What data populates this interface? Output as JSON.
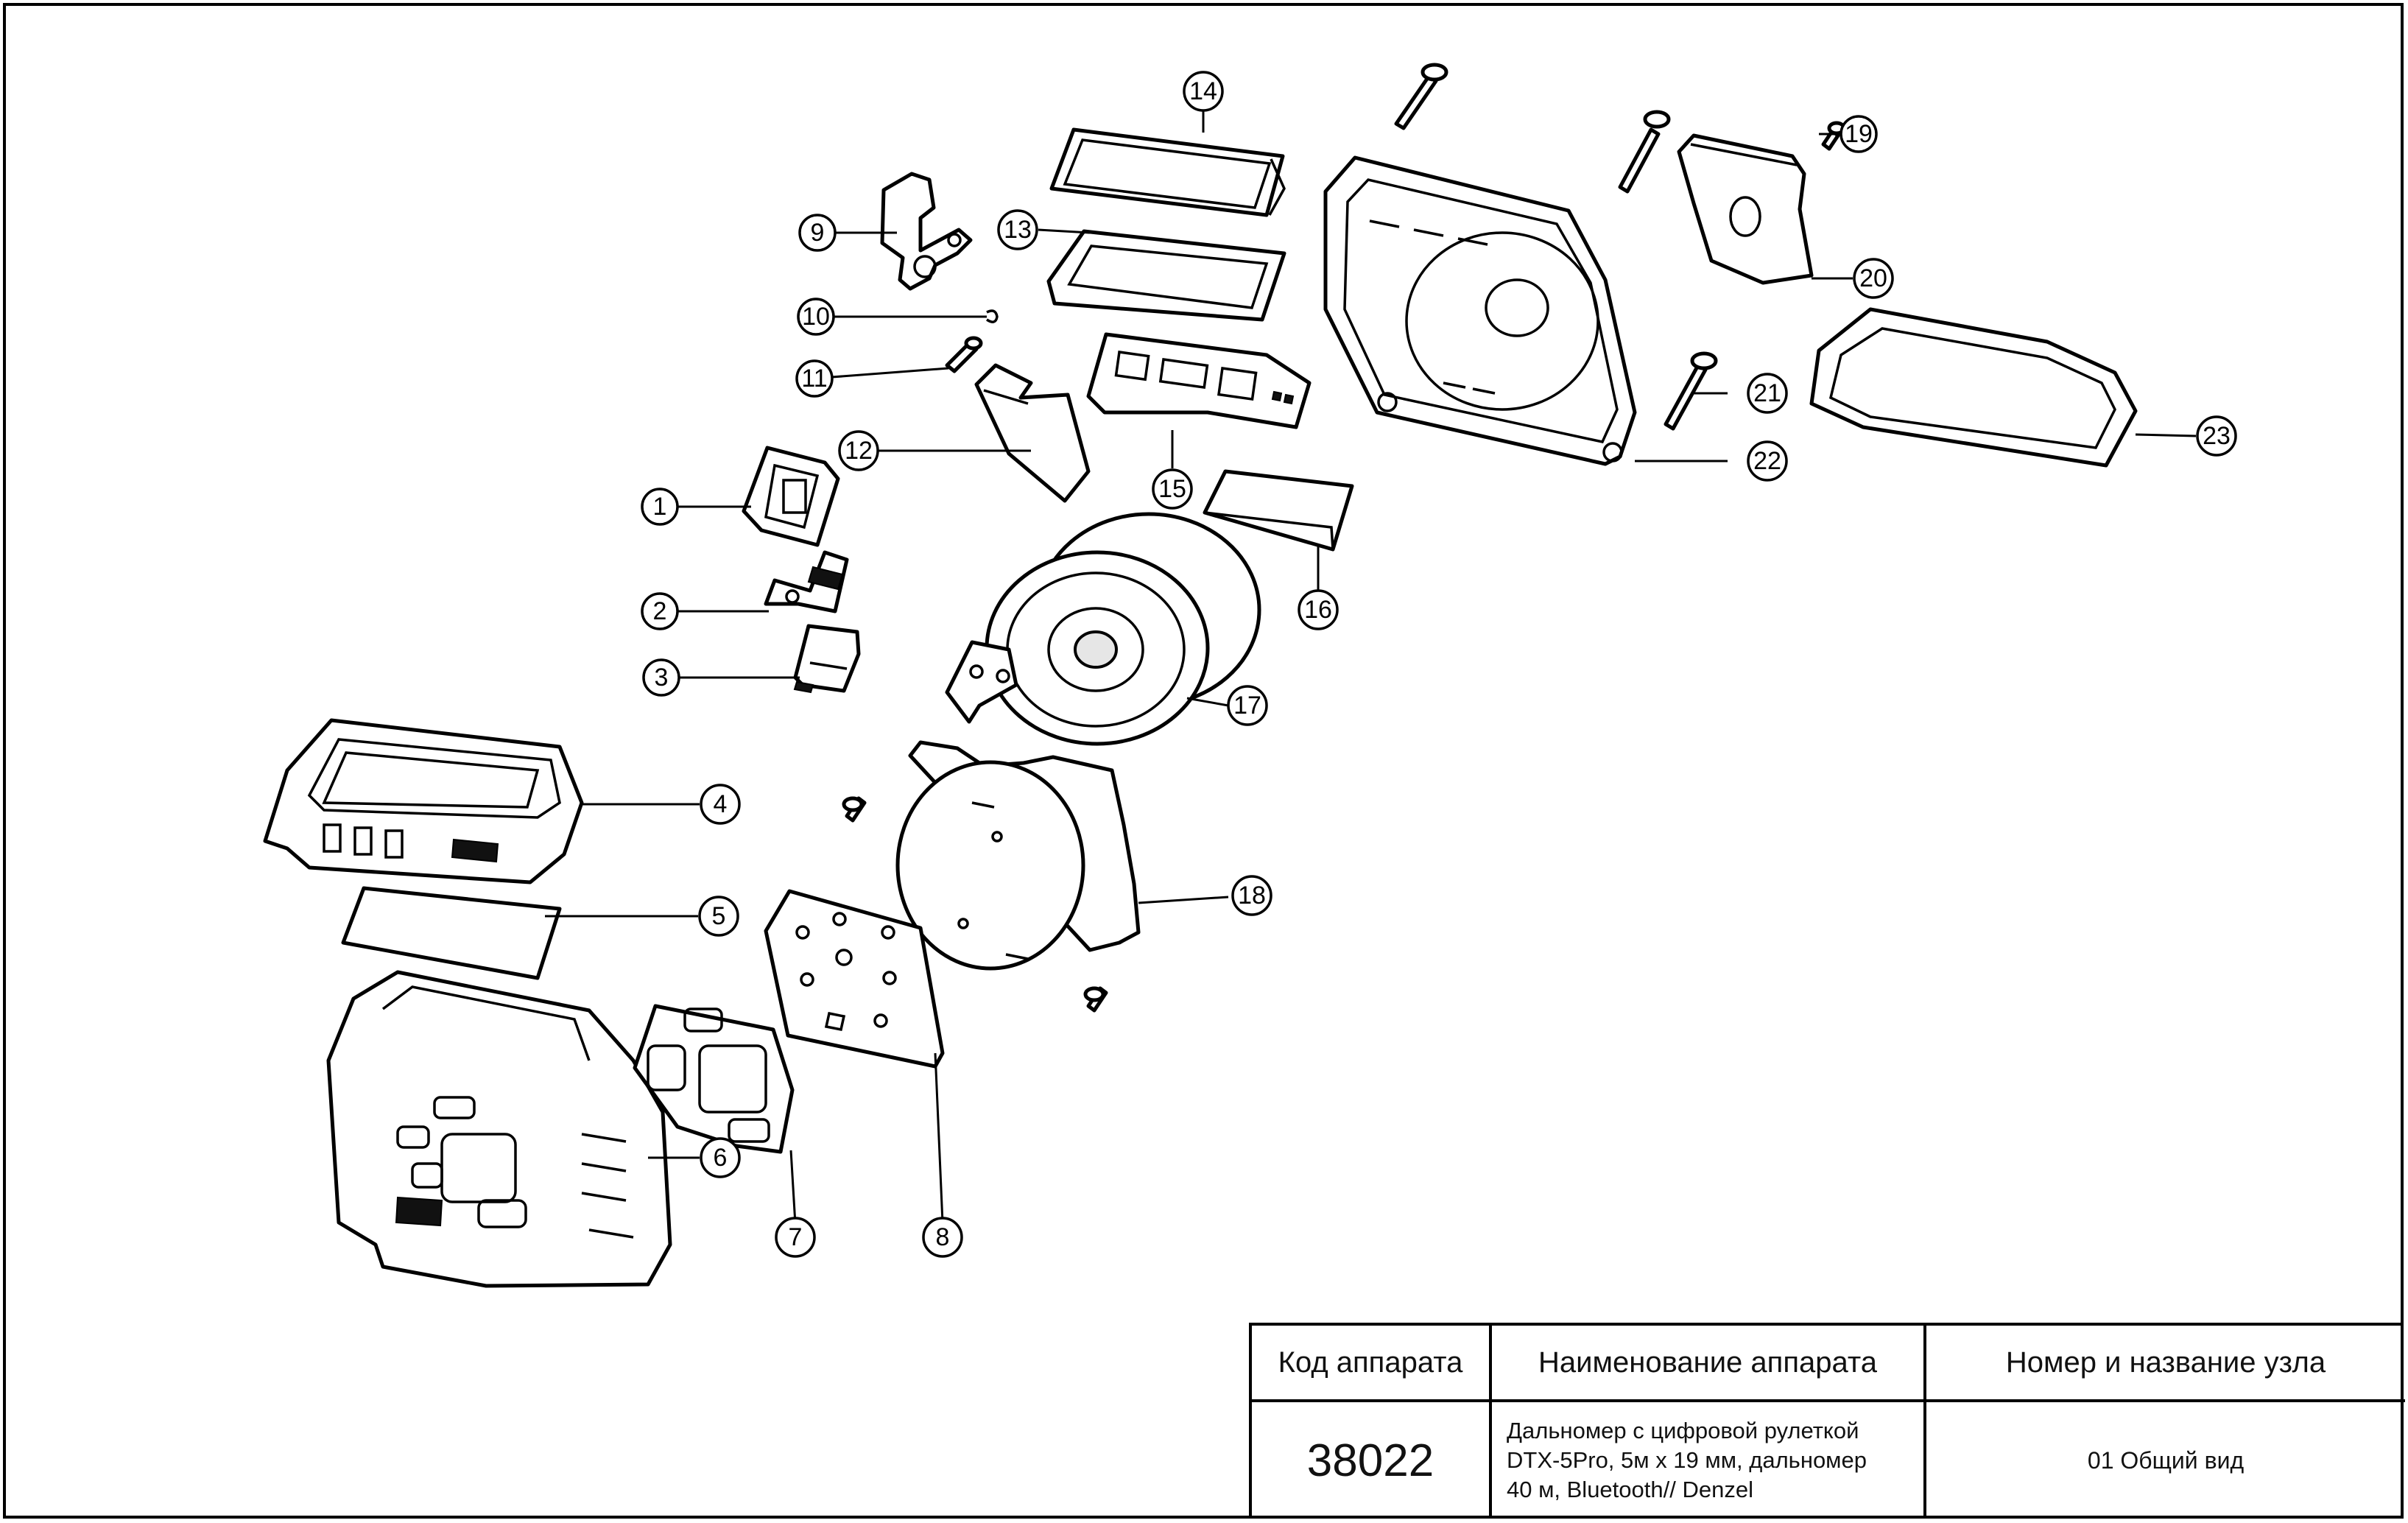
{
  "callouts": [
    "1",
    "2",
    "3",
    "4",
    "5",
    "6",
    "7",
    "8",
    "9",
    "10",
    "11",
    "12",
    "13",
    "14",
    "15",
    "16",
    "17",
    "18",
    "19",
    "20",
    "21",
    "22",
    "23"
  ],
  "title_block": {
    "header_code": "Код аппарата",
    "header_name": "Наименование аппарата",
    "header_unit": "Номер и название узла",
    "code": "38022",
    "name_line1": "Дальномер с цифровой рулеткой",
    "name_line2": "DTX-5Pro, 5м х 19 мм, дальномер",
    "name_line3": "40 м, Bluetooth// Denzel",
    "unit": "01 Общий вид"
  }
}
